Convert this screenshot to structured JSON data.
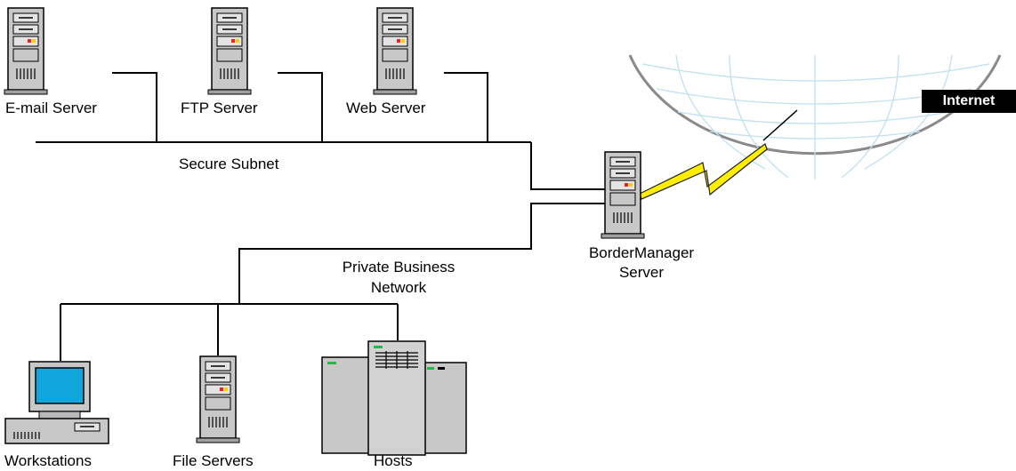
{
  "diagram": {
    "internet_label": "Internet",
    "secure_subnet_label": "Secure Subnet",
    "private_network_label_line1": "Private Business",
    "private_network_label_line2": "Network",
    "border_manager_label_line1": "BorderManager",
    "border_manager_label_line2": "Server",
    "nodes": {
      "email_server": "E-mail Server",
      "ftp_server": "FTP Server",
      "web_server": "Web Server",
      "workstations": "Workstations",
      "file_servers": "File Servers",
      "hosts": "Hosts"
    },
    "colors": {
      "globe_grid": "#bfe0f0",
      "lightning": "#ffee00",
      "monitor_screen": "#11a6dd",
      "server_body": "#c8c8c8",
      "indicator_red": "#ee2222",
      "indicator_yellow": "#ffcc00",
      "indicator_green": "#22bb44"
    }
  }
}
